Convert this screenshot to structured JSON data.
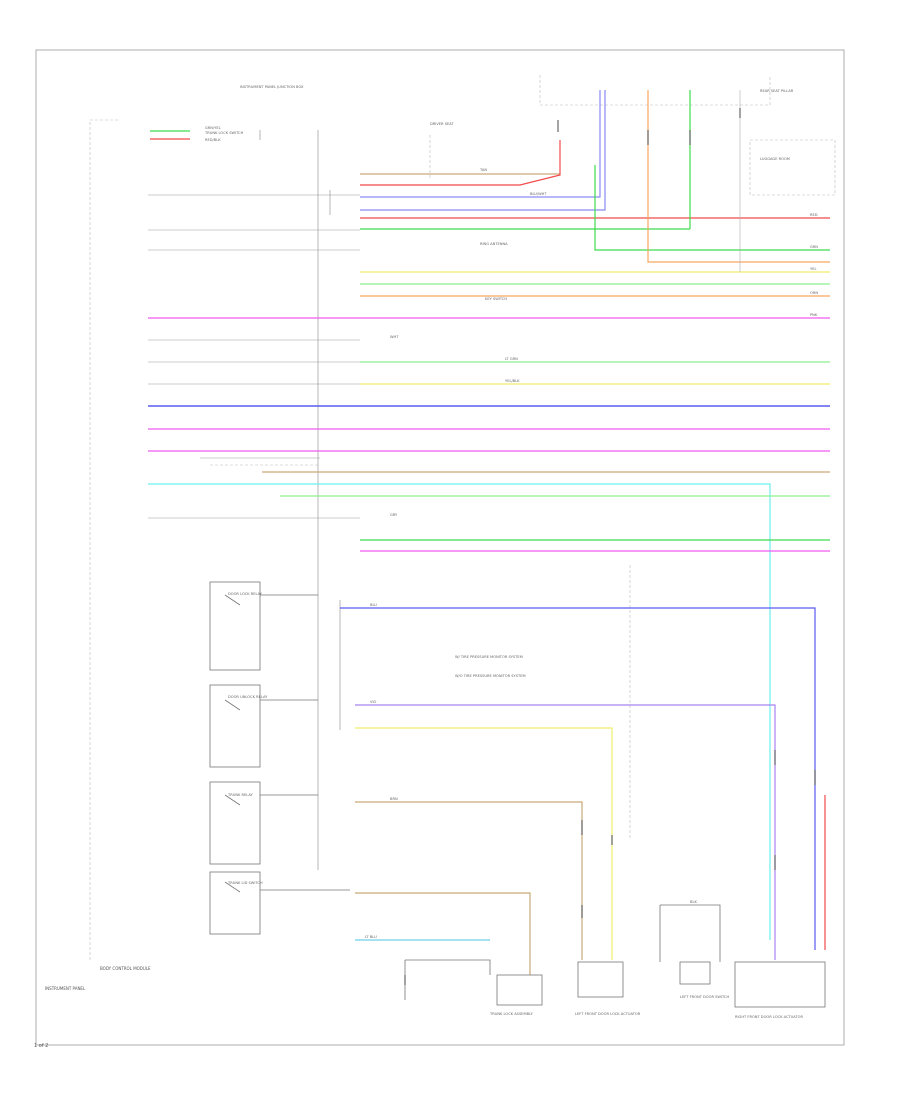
{
  "diagram": {
    "page_tag": "1 of 2",
    "colors": {
      "green": "#3fdc4e",
      "red": "#f24b4b",
      "blue": "#5a5af0",
      "magenta": "#f05cf0",
      "yellow": "#f0ee6a",
      "lt_green": "#8ef08e",
      "orange": "#f8a760",
      "cyan": "#6cf0f0",
      "tan": "#c9aa78",
      "gray": "#888888",
      "violet": "#a884f0"
    },
    "labels": {
      "bcm_left": "BODY CONTROL MODULE",
      "instrument_panel": "INSTRUMENT PANEL",
      "ip_junction": "INSTRUMENT PANEL JUNCTION BOX",
      "driver_seat": "DRIVER SEAT",
      "rear_seat_pillar": "REAR SEAT PILLAR",
      "luggage_room": "LUGGAGE ROOM",
      "trunk_lock_switch": "TRUNK LOCK SWITCH",
      "door_lock_relay": "DOOR LOCK RELAY",
      "door_unlock_relay": "DOOR UNLOCK RELAY",
      "trunk_relay": "TRUNK RELAY",
      "trunk_lid_switch": "TRUNK LID SWITCH",
      "ring_antenna": "RING ANTENNA",
      "key_switch": "KEY SWITCH",
      "left_front_door_lock_actuator": "LEFT FRONT DOOR LOCK ACTUATOR",
      "right_front_door_lock_actuator": "RIGHT FRONT DOOR LOCK ACTUATOR",
      "trunk_lock_assembly": "TRUNK LOCK ASSEMBLY",
      "left_front_door_switch": "LEFT FRONT DOOR SWITCH",
      "note_with_tpms": "W/ TIRE PRESSURE MONITOR SYSTEM",
      "note_without_tpms": "W/O TIRE PRESSURE MONITOR SYSTEM",
      "wire_green_yel": "GRN/YEL",
      "wire_red_blk": "RED/BLK",
      "wire_blu_wht": "BLU/WHT",
      "wire_tan": "TAN",
      "wire_pnk": "PNK",
      "wire_vio": "VIO",
      "wire_lt_grn": "LT GRN",
      "wire_yel_blk": "YEL/BLK",
      "wire_orn": "ORN",
      "wire_brn": "BRN",
      "wire_wht": "WHT",
      "wire_gry": "GRY",
      "wire_blk": "BLK",
      "wire_red": "RED",
      "wire_blu": "BLU",
      "wire_lt_blu": "LT BLU",
      "wire_grn": "GRN",
      "wire_yel": "YEL"
    }
  }
}
